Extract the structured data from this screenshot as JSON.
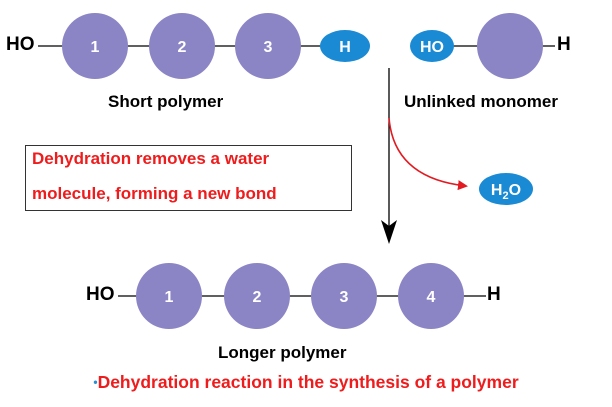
{
  "short_polymer": {
    "end_left": "HO",
    "units": [
      "1",
      "2",
      "3"
    ],
    "end_right": "H",
    "label": "Short polymer"
  },
  "monomer": {
    "end_left": "HO",
    "end_right": "H",
    "label": "Unlinked monomer"
  },
  "water": {
    "formula_main": "H",
    "formula_sub": "2",
    "formula_tail": "O"
  },
  "note_box": {
    "line1": "Dehydration removes a water",
    "line2": "molecule, forming a new bond"
  },
  "longer_polymer": {
    "end_left": "HO",
    "units": [
      "1",
      "2",
      "3",
      "4"
    ],
    "end_right": "H",
    "label": "Longer polymer"
  },
  "caption": {
    "bullet": "•",
    "text": "Dehydration reaction in the synthesis of a polymer"
  },
  "colors": {
    "monomer_fill": "#8b85c6",
    "hydroxyl_fill": "#1a8ad4",
    "note_text": "#ee1c1c",
    "arrow_red": "#e21b22"
  }
}
